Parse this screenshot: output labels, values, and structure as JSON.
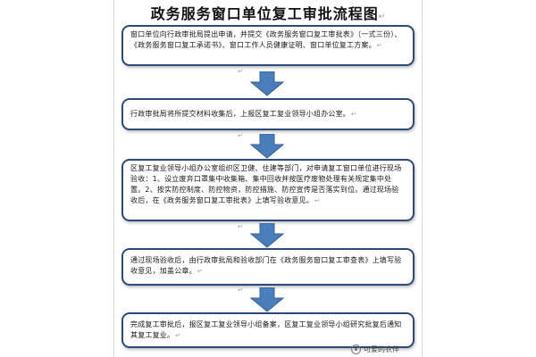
{
  "title": "政务服务窗口单位复工审批流程图",
  "paragraph_mark": "↵",
  "steps": [
    {
      "text": "窗口单位向行政审批局提出申请，并提交《政务服务窗口复工审批表》（一式三份）、《政务服务窗口复工承诺书》、窗口工作人员健康证明、窗口单位复工方案。"
    },
    {
      "text": "行政审批局将所提交材料收集后，上报区复工复业领导小组办公室。"
    },
    {
      "text": "区复工复业领导小组办公室组织区卫健、住建等部门，对申请复工窗口单位进行现场验收：1、设立废弃口罩集中收集箱、集中回收并按医疗废物处理有关规定集中处置。2、按实防控制度、防控物资，防控措施、防控宣传是否落实到位。通过现场验收后，在《政务服务窗口复工审批表》上填写验收意见。"
    },
    {
      "text": "通过现场验收后，由行政审批局和验收部门在《政务服务窗口复工审查表》上填写验收意见，加盖公章。"
    },
    {
      "text": "完成复工审批后，报区复工复业领导小组备案，区复工复业领导小组研究批复后通知其复工复业。"
    }
  ],
  "watermark": {
    "text": "可爱的农伴",
    "icon": "wechat-official-icon"
  },
  "colors": {
    "box_border": "#2b4a7a",
    "arrow_fill": "#4a7ebb",
    "arrow_stroke": "#355f96"
  }
}
